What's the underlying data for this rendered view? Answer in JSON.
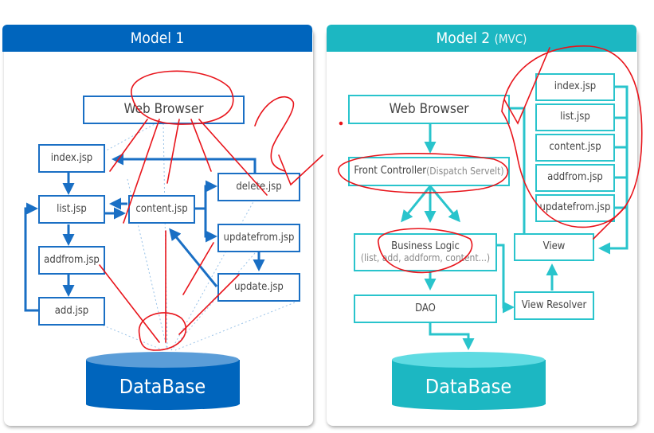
{
  "colors": {
    "model1_accent": "#0065bd",
    "model2_accent": "#1cb7c2",
    "annotation": "#e8141b"
  },
  "model1": {
    "title": "Model 1",
    "web_browser": "Web Browser",
    "pages": {
      "index": "index.jsp",
      "list": "list.jsp",
      "addfrom": "addfrom.jsp",
      "add": "add.jsp",
      "content": "content.jsp",
      "delete": "delete.jsp",
      "updatefrom": "updatefrom.jsp",
      "update": "update.jsp"
    },
    "database": "DataBase"
  },
  "model2": {
    "title": "Model 2",
    "title_suffix": "(MVC)",
    "web_browser": "Web Browser",
    "front_controller": "Front Controller",
    "front_controller_sub": "(Dispatch Servelt)",
    "business_logic": "Business Logic",
    "business_logic_sub": "(list, add, addform, content...)",
    "dao": "DAO",
    "view": "View",
    "view_resolver": "View Resolver",
    "view_pages": [
      "index.jsp",
      "list.jsp",
      "content.jsp",
      "addfrom.jsp",
      "updatefrom.jsp"
    ],
    "database": "DataBase"
  }
}
